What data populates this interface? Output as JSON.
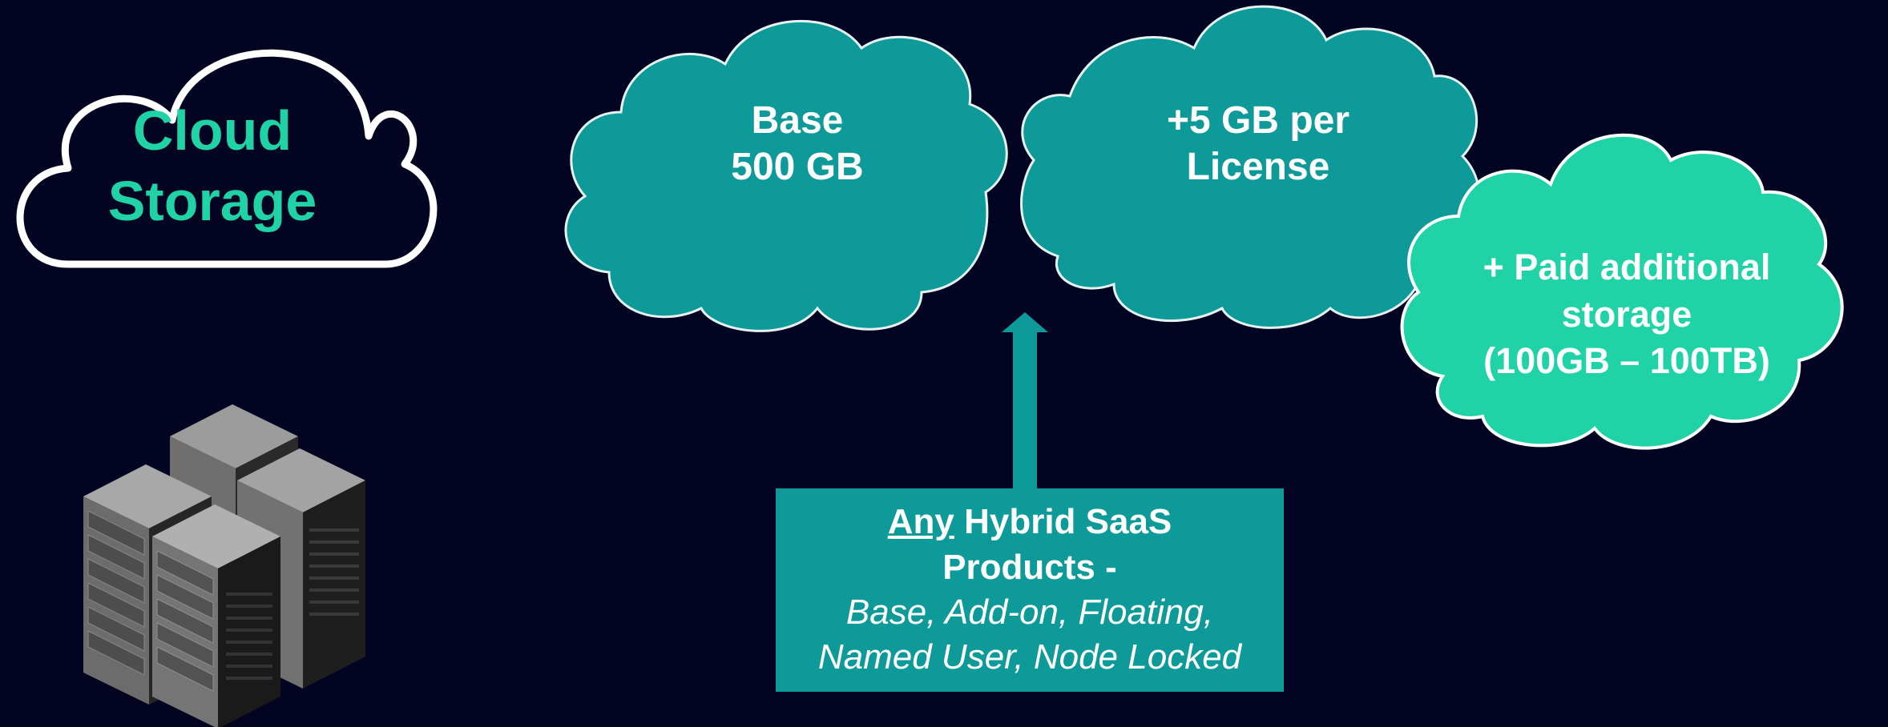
{
  "cloud_storage": {
    "line1": "Cloud",
    "line2": "Storage"
  },
  "cloud_base": {
    "line1": "Base",
    "line2": "500 GB"
  },
  "cloud_license": {
    "line1": "+5 GB per",
    "line2": "License"
  },
  "cloud_paid": {
    "line1": "+ Paid additional",
    "line2": "storage",
    "line3": "(100GB – 100TB)"
  },
  "products_box": {
    "any": "Any",
    "title_rest": " Hybrid SaaS",
    "title_line2": "Products -",
    "types_line1": "Base, Add-on, Floating,",
    "types_line2": "Named User, Node Locked"
  },
  "colors": {
    "background": "#030322",
    "teal_cloud": "#0d9a98",
    "mint_cloud": "#1fd3a6",
    "accent_text": "#1fd3a6"
  }
}
